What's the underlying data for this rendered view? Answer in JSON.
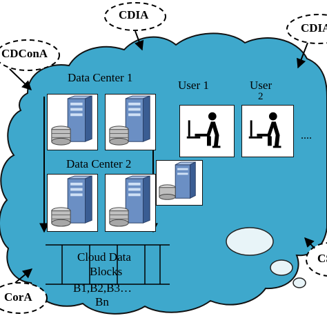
{
  "external_tags": {
    "cdia": "CDIA",
    "cdia_right": "CDIA",
    "cdcona": "CDConA",
    "cora": "CorA",
    "right_bottom": "CS"
  },
  "data_centers": {
    "dc1_label": "Data Center 1",
    "dc2_label": "Data Center 2"
  },
  "users": {
    "user1_label": "User 1",
    "user2_label_line1": "User",
    "user2_label_line2": "2",
    "ellipsis": "...."
  },
  "storage": {
    "line1": "Cloud Data",
    "line2": "Blocks",
    "line3": "B1,B2,B3…",
    "line4": "Bn"
  },
  "colors": {
    "cloud_fill": "#3ea8cc",
    "cloud_stroke": "#111111",
    "tile_bg": "#ffffff",
    "server_blue": "#4d7fbf"
  }
}
